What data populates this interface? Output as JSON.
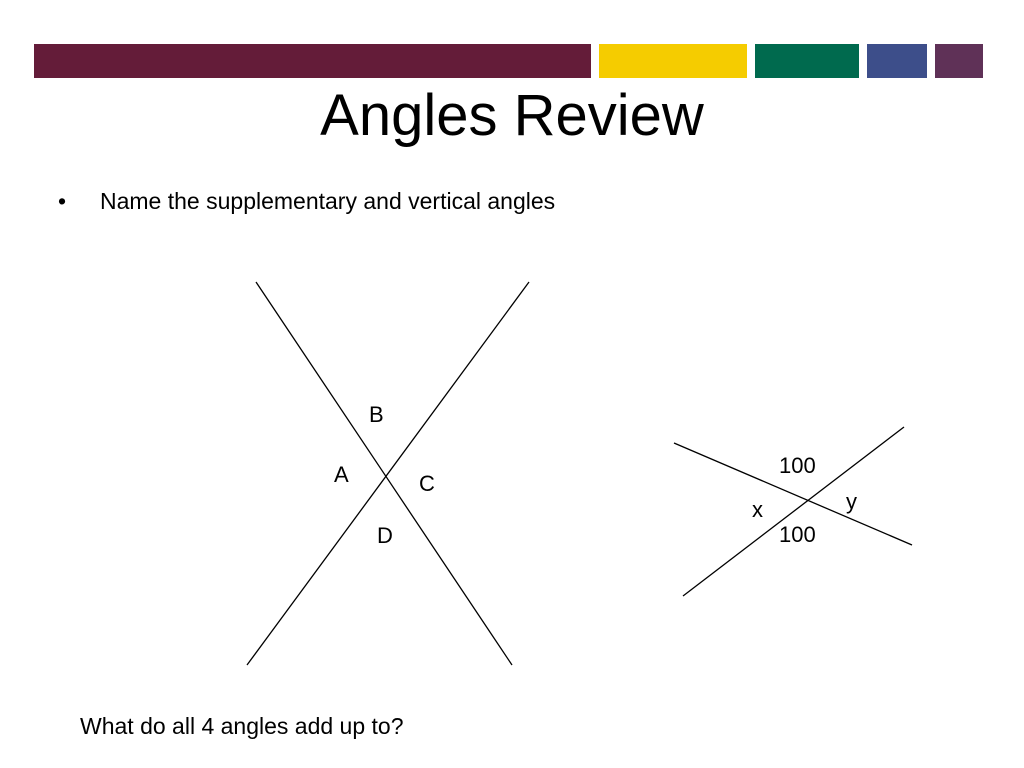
{
  "slide": {
    "title": "Angles Review",
    "bullet_marker": "•",
    "bullet": "Name the supplementary and vertical angles",
    "question": "What do all 4 angles add up to?"
  },
  "accent_colors": [
    "#641c39",
    "#f5cc00",
    "#006a4e",
    "#3d4e8a",
    "#5f3157"
  ],
  "diagram_left": {
    "labels": {
      "top": "B",
      "left": "A",
      "right": "C",
      "bottom": "D"
    }
  },
  "diagram_right": {
    "labels": {
      "top": "100",
      "left": "x",
      "right": "y",
      "bottom": "100"
    }
  }
}
